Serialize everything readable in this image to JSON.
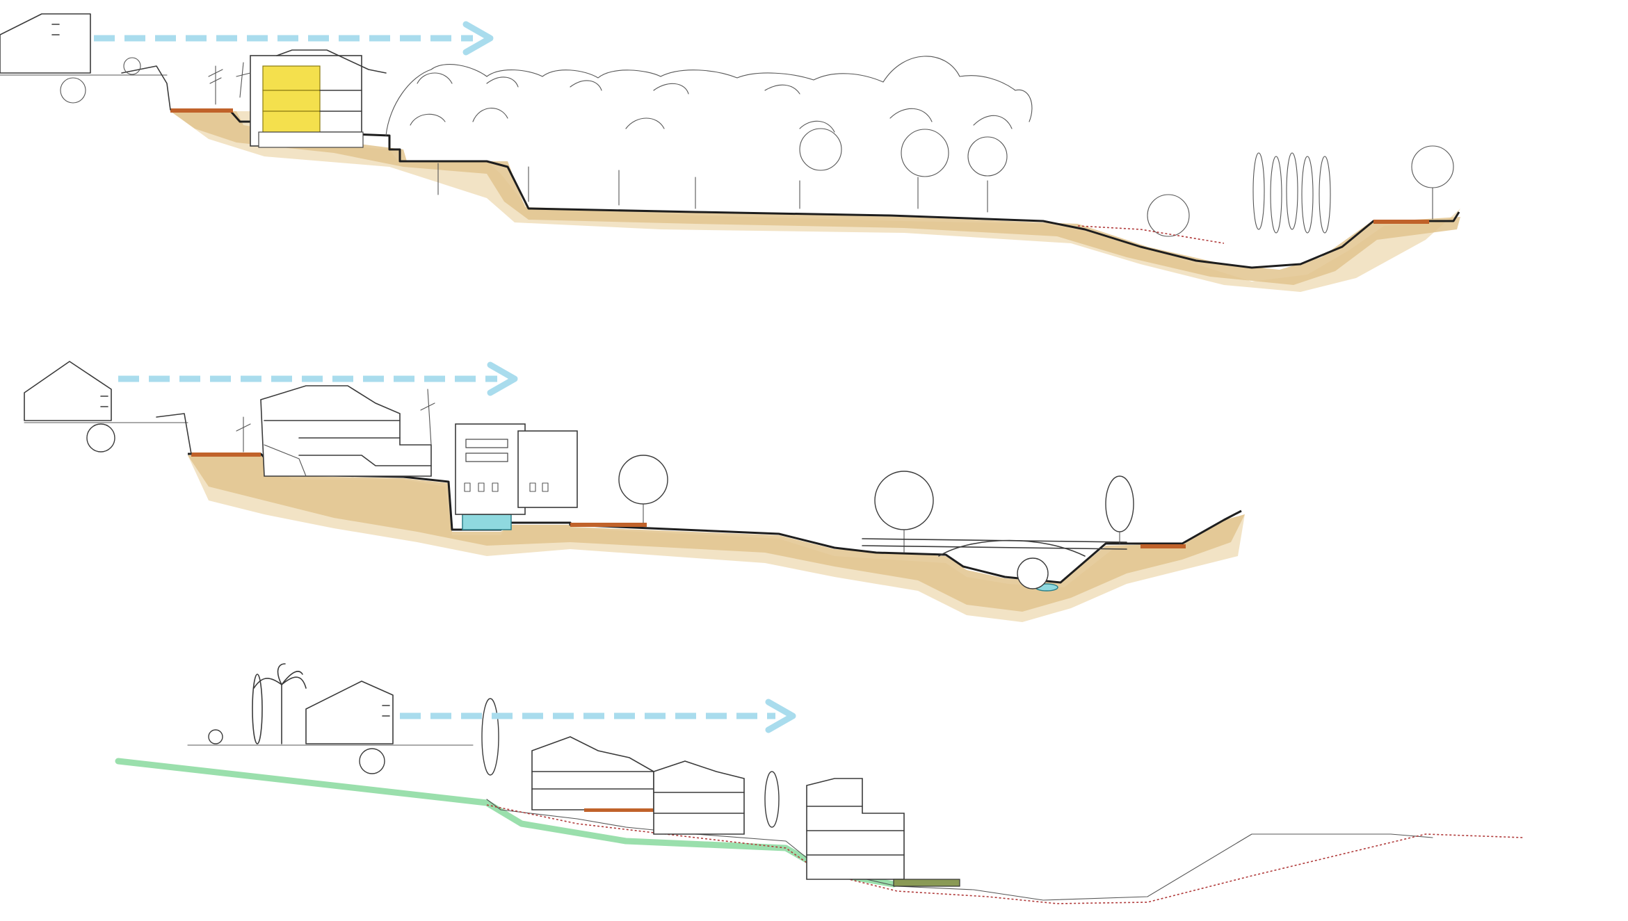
{
  "figure": {
    "kind": "landscape cross-sections",
    "sections": [
      {
        "name": "section-top",
        "arrow_color": "#a9dced",
        "highlight_color": "#f4e04d"
      },
      {
        "name": "section-middle",
        "arrow_color": "#a9dced",
        "water_color": "#8fd9df"
      },
      {
        "name": "section-bottom",
        "arrow_color": "#a9dced",
        "path_color": "#8fdca3"
      }
    ],
    "colors": {
      "soil": "#e2c48e",
      "paving": "#c0622a",
      "water": "#8fd9df",
      "green_route": "#8fdca3",
      "highlight": "#f4e04d"
    }
  }
}
